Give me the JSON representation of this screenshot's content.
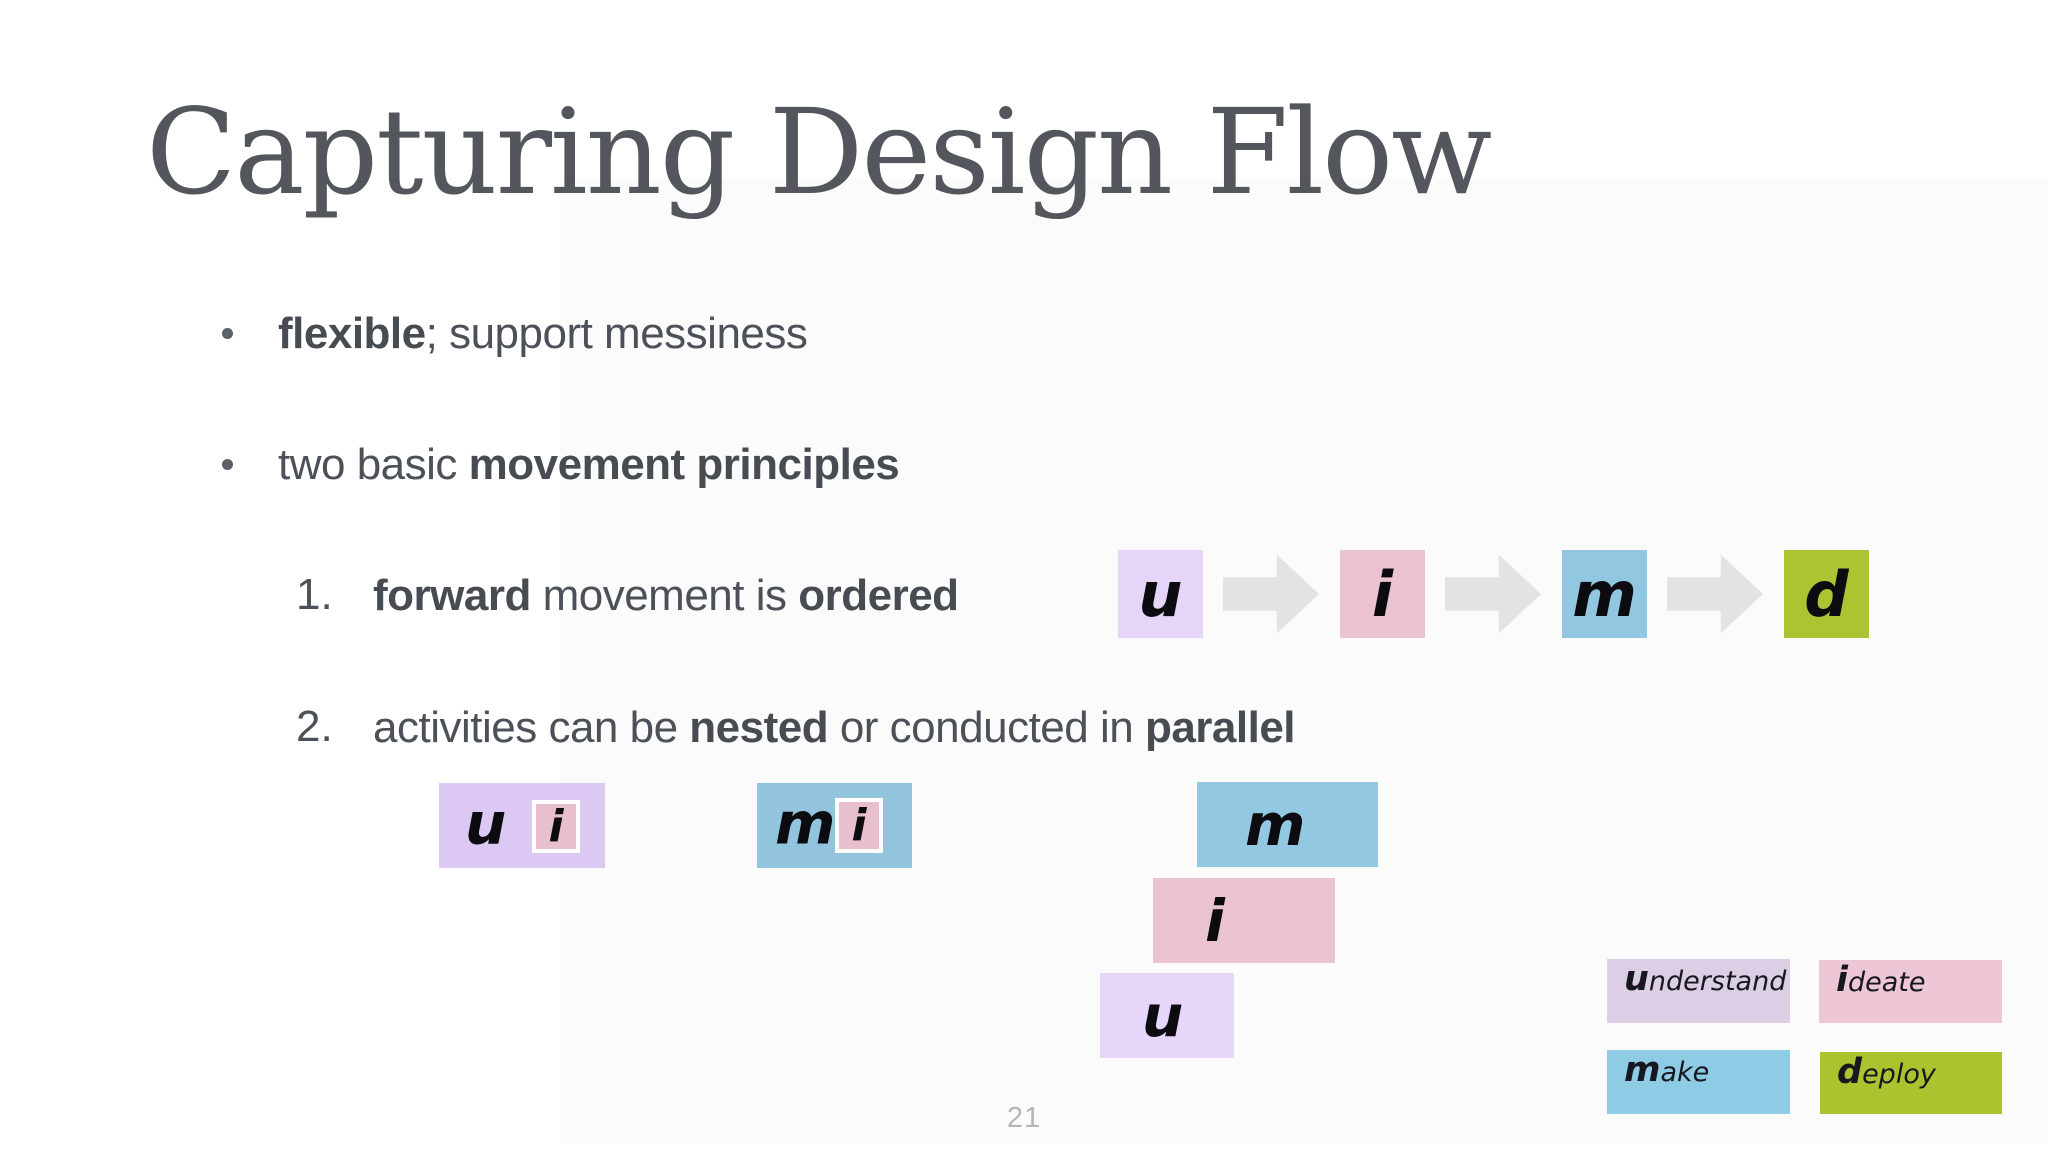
{
  "slide": {
    "title": "Capturing Design Flow",
    "page_number": "21",
    "colors": {
      "title_text": "#53575d",
      "body_text": "#4c5058",
      "arrow": "#e3e3e5",
      "page_number": "#b2b5ba",
      "white_border": "#ffffff"
    }
  },
  "bullets": {
    "one": {
      "bold": "flexible",
      "rest": "; support messiness"
    },
    "two": {
      "lead": "two basic ",
      "bold": "movement principles"
    }
  },
  "items": {
    "one": {
      "number": "1.",
      "bold1": "forward",
      "mid": " movement is ",
      "bold2": "ordered"
    },
    "two": {
      "number": "2.",
      "lead": "activities can be ",
      "bold1": "nested",
      "mid": " or conducted in ",
      "bold2": "parallel"
    }
  },
  "sequence": {
    "steps": [
      {
        "letter": "u",
        "color": "#e5d6f9"
      },
      {
        "letter": "i",
        "color": "#ecc3d1"
      },
      {
        "letter": "m",
        "color": "#92c7e1"
      },
      {
        "letter": "d",
        "color": "#abc432"
      }
    ]
  },
  "nested": [
    {
      "outer_letter": "u",
      "inner_letter": "i",
      "outer_color": "#dbc9f3",
      "inner_color": "#e7bfcd"
    },
    {
      "outer_letter": "m",
      "inner_letter": "i",
      "outer_color": "#92c4dd",
      "inner_color": "#e7bfcd"
    }
  ],
  "parallel": [
    {
      "letter": "m",
      "color": "#92c8e2"
    },
    {
      "letter": "i",
      "color": "#ecc3d1"
    },
    {
      "letter": "u",
      "color": "#e6d6fa"
    }
  ],
  "legend": [
    {
      "initial": "u",
      "rest": "nderstand",
      "color": "#dccfe5"
    },
    {
      "initial": "i",
      "rest": "deate",
      "color": "#edc7d5"
    },
    {
      "initial": "m",
      "rest": "ake",
      "color": "#8ecbe5"
    },
    {
      "initial": "d",
      "rest": "eploy",
      "color": "#a9c42f"
    }
  ]
}
